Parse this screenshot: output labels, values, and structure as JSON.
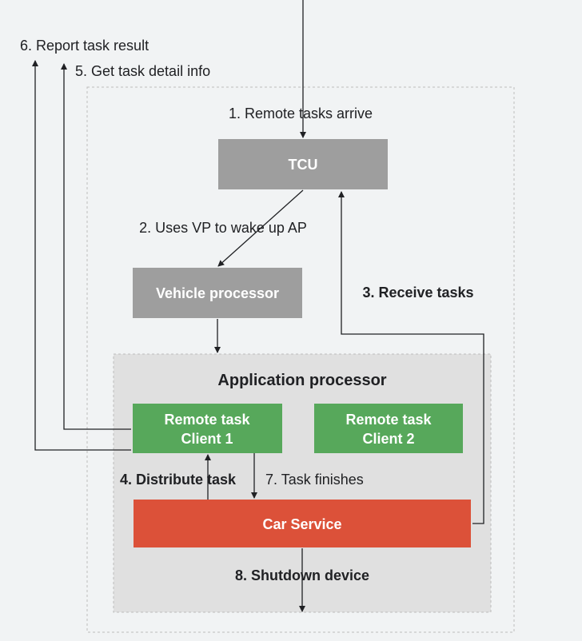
{
  "labels": {
    "step1": "1. Remote tasks arrive",
    "step2": "2. Uses VP to wake up AP",
    "step3": "3. Receive tasks",
    "step4": "4. Distribute task",
    "step5": "5. Get task detail info",
    "step6": "6. Report task result",
    "step7": "7. Task finishes",
    "step8": "8. Shutdown device"
  },
  "boxes": {
    "tcu": "TCU",
    "vehicle_processor": "Vehicle processor",
    "application_processor": "Application processor",
    "client1_line1": "Remote task",
    "client1_line2": "Client  1",
    "client2_line1": "Remote task",
    "client2_line2": "Client 2",
    "car_service": "Car Service"
  },
  "colors": {
    "gray_box": "#9e9e9e",
    "green_box": "#57a85b",
    "red_box": "#dc5139",
    "ap_container": "#e0e0e0",
    "background": "#f1f3f4"
  }
}
